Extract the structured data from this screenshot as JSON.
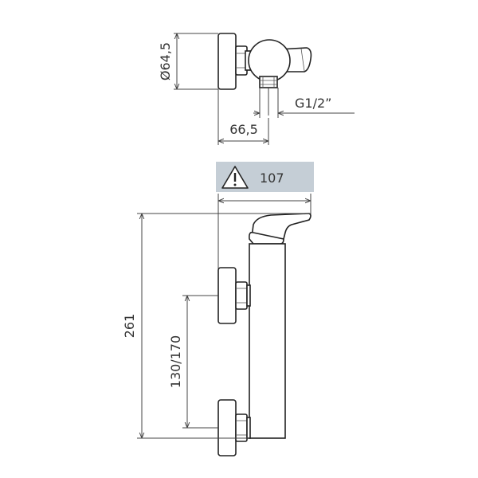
{
  "drawing": {
    "top_view": {
      "diameter_label": "Ø64,5",
      "thread_label": "G1/2”",
      "depth_label": "66,5"
    },
    "front_view": {
      "warning_box": {
        "icon": "warning-triangle-icon",
        "label": "107",
        "color": "#c5ced6"
      },
      "height_label": "261",
      "spacing_label": "130/170"
    }
  }
}
